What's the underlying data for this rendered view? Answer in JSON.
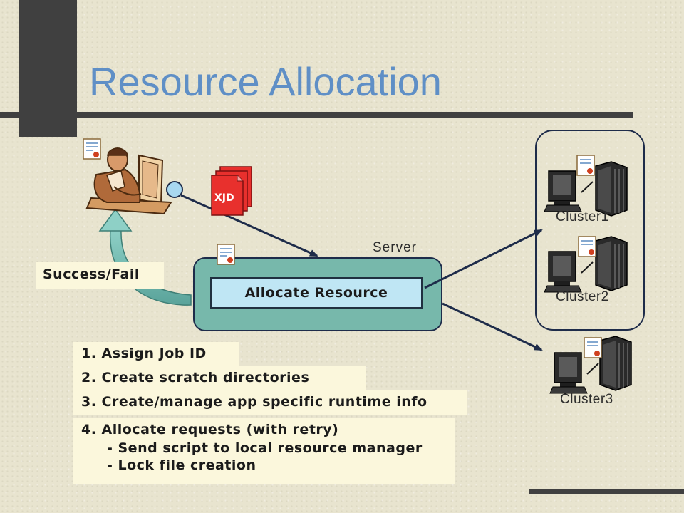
{
  "title": "Resource Allocation",
  "server_label": "Server",
  "allocate_label": "Allocate Resource",
  "xjd_label": "XJD",
  "feedback_label": "Success/Fail",
  "clusters": [
    "Cluster1",
    "Cluster2",
    "Cluster3"
  ],
  "steps": [
    "1. Assign Job ID",
    "2. Create scratch directories",
    "3. Create/manage app specific runtime info",
    "4. Allocate requests (with retry)"
  ],
  "substeps": [
    "- Send script to local resource manager",
    "- Lock file creation"
  ],
  "colors": {
    "title": "#5f8fc6",
    "server_fill": "#77b8ab",
    "allocate_fill": "#bfe6f4",
    "xjd_fill": "#e8302d",
    "arrow": "#1e2c4a",
    "label_fill": "#fbf7dc"
  }
}
